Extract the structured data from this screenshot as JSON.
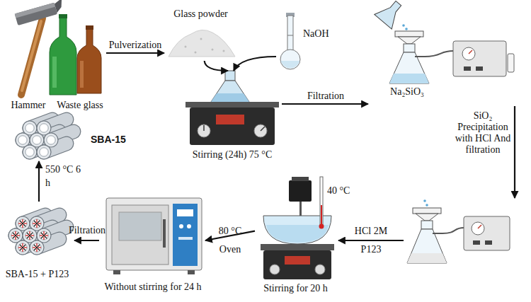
{
  "diagram": {
    "nodes": [
      {
        "text": [
          "Hammer",
          "Waste glass"
        ]
      },
      {
        "text": [
          "Glass powder"
        ]
      },
      {
        "text": [
          "NaOH"
        ]
      },
      {
        "text": [
          "Stirring (24h) 75 °C"
        ]
      },
      {
        "text": [
          "Na₂SiO₃"
        ]
      },
      {
        "text": []
      },
      {
        "text": [
          "40 °C",
          "Stirring for 20 h"
        ]
      },
      {
        "text": [
          "Without stirring for 24 h"
        ]
      },
      {
        "text": [
          "SBA-15 + P123"
        ]
      },
      {
        "text": [
          "SBA-15"
        ]
      }
    ],
    "edges": [
      {
        "from": 0,
        "to": 1,
        "label": "Pulverization",
        "arrow": "to"
      },
      {
        "from": 1,
        "to": 3,
        "arrow": "to"
      },
      {
        "from": 2,
        "to": 3,
        "arrow": "to"
      },
      {
        "from": 3,
        "to": 4,
        "label": "Filtration",
        "arrow": "to"
      },
      {
        "from": 4,
        "to": 5,
        "label": "SiO₂ Precipitation with HCl And filtration",
        "arrow": "to"
      },
      {
        "from": 5,
        "to": 6,
        "label": "HCl 2M P123",
        "arrow": "to"
      },
      {
        "from": 6,
        "to": 7,
        "label": "80 °C Oven",
        "arrow": "to"
      },
      {
        "from": 7,
        "to": 8,
        "label": "Filtration",
        "arrow": "to"
      },
      {
        "from": 8,
        "to": 9,
        "label": "550 °C 6 h",
        "arrow": "to"
      }
    ]
  }
}
